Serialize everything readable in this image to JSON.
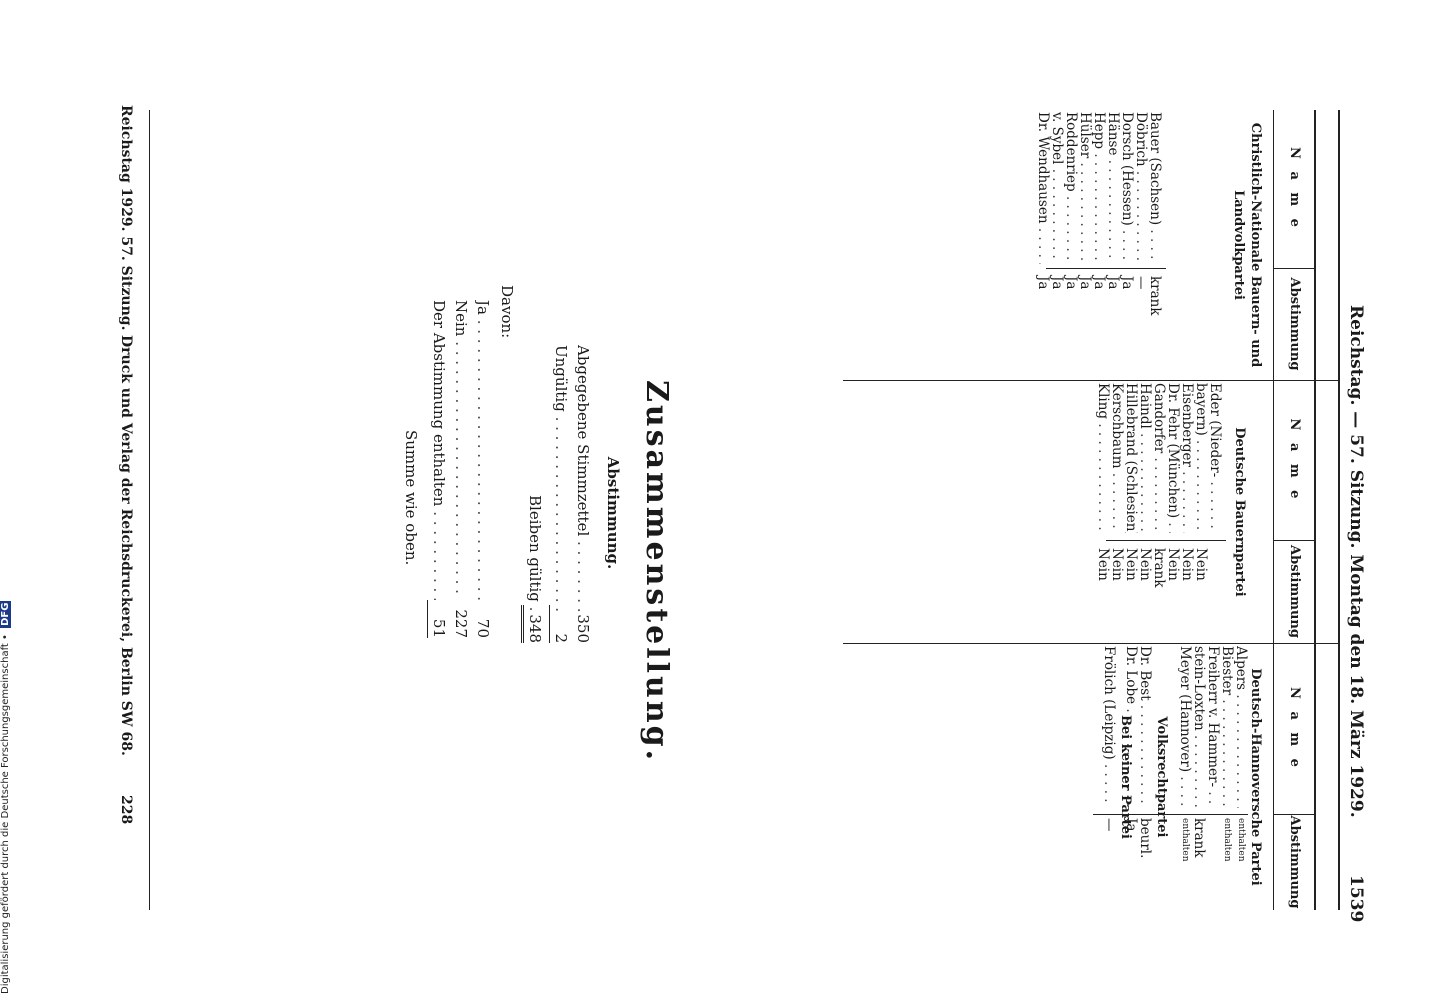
{
  "header": {
    "title": "Reichstag. — 57. Sitzung. Montag den 18. März 1929.",
    "page": "1539"
  },
  "columns": [
    {
      "name_head": "N a m e",
      "vote_head": "Abstimmung"
    },
    {
      "name_head": "N a m e",
      "vote_head": "Abstimmung"
    },
    {
      "name_head": "N a m e",
      "vote_head": "Abstimmung"
    }
  ],
  "col1": {
    "party": "Christlich-Nationale Bauern- und Landvolkpartei",
    "rows": [
      {
        "name": "Bauer (Sachsen)",
        "vote": "krank"
      },
      {
        "name": "Döbrich",
        "vote": "—"
      },
      {
        "name": "Dorsch (Hessen)",
        "vote": "Ja"
      },
      {
        "name": "Hänse",
        "vote": "Ja"
      },
      {
        "name": "Hepp",
        "vote": "Ja"
      },
      {
        "name": "Hülser",
        "vote": "Ja"
      },
      {
        "name": "Roddenriep",
        "vote": "Ja"
      },
      {
        "name": "v. Sybel",
        "vote": "Ja"
      },
      {
        "name": "Dr. Wendhausen",
        "vote": "Ja"
      }
    ]
  },
  "col2": {
    "party": "Deutsche Bauernpartei",
    "rows": [
      {
        "name": "Eder (Nieder-",
        "vote": ""
      },
      {
        "name": "bayern)",
        "vote": "Nein"
      },
      {
        "name": "Eisenberger",
        "vote": "Nein"
      },
      {
        "name": "Dr. Fehr (München)",
        "vote": "Nein"
      },
      {
        "name": "Gandorfer",
        "vote": "krank"
      },
      {
        "name": "Haindl",
        "vote": "Nein"
      },
      {
        "name": "Hillebrand (Schlesien)",
        "vote": "Nein"
      },
      {
        "name": "Kerschbaum",
        "vote": "Nein"
      },
      {
        "name": "Kling",
        "vote": "Nein"
      }
    ]
  },
  "col3": {
    "party1": "Deutsch-Hannoversche Partei",
    "rows1": [
      {
        "name": "Alpers",
        "vote": "enthalten"
      },
      {
        "name": "Biester",
        "vote": "enthalten"
      },
      {
        "name": "Freiherr v. Hammer-",
        "vote": ""
      },
      {
        "name": "stein-Loxten",
        "vote": "krank"
      },
      {
        "name": "Meyer (Hannover)",
        "vote": "enthalten"
      }
    ],
    "party2": "Volksrechtpartei",
    "rows2": [
      {
        "name": "Dr. Best",
        "vote": "beurl."
      },
      {
        "name": "Dr. Lobe",
        "vote": "Ja"
      }
    ],
    "party3": "Bei keiner Partei",
    "rows3": [
      {
        "name": "Frölich (Leipzig)",
        "vote": "—"
      }
    ]
  },
  "summary": {
    "title": "Zusammenstellung.",
    "subtitle": "Abstimmung.",
    "abgegebene_label": "Abgegebene Stimmzettel",
    "abgegebene_value": "350",
    "ungueltig_label": "Ungültig",
    "ungueltig_value": "2",
    "bleiben_label": "Bleiben gültig",
    "bleiben_value": "348",
    "davon_label": "Davon:",
    "ja_label": "Ja",
    "ja_value": "70",
    "nein_label": "Nein",
    "nein_value": "227",
    "enthalten_label": "Der Abstimmung enthalten",
    "enthalten_value": "51",
    "summe_label": "Summe wie oben."
  },
  "footer": {
    "left": "Reichstag 1929. 57. Sitzung.",
    "center": "Druck und Verlag der Reichsdruckerei, Berlin SW 68.",
    "right": "228"
  },
  "digitization_note": "Digitalisierung gefördert durch die Deutsche Forschungsgemeinschaft •",
  "dfg_logo": "DFG"
}
